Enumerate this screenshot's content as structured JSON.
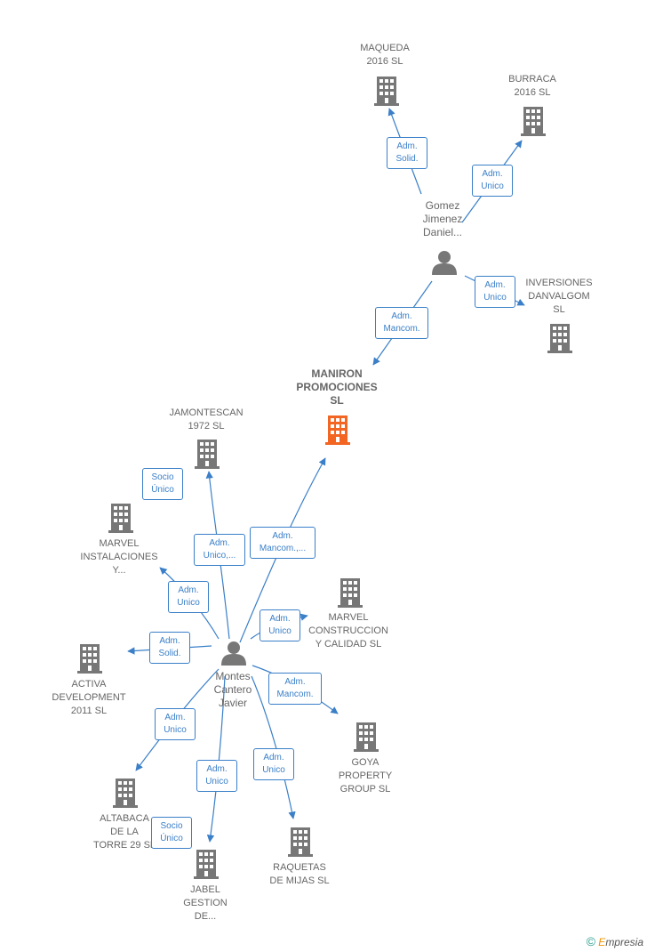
{
  "colors": {
    "edge": "#3a7fc8",
    "company": "#777777",
    "focus_company": "#f26522",
    "person": "#777777"
  },
  "nodes": {
    "maqueda": [
      "MAQUEDA",
      "2016  SL"
    ],
    "burraca": [
      "BURRACA",
      "2016  SL"
    ],
    "gomez": [
      "Gomez",
      "Jimenez",
      "Daniel..."
    ],
    "inversiones": [
      "INVERSIONES",
      "DANVALGOM",
      "SL"
    ],
    "maniron": [
      "MANIRON",
      "PROMOCIONES",
      "SL"
    ],
    "jamontescan": [
      "JAMONTESCAN",
      "1972  SL"
    ],
    "marvel_inst": [
      "MARVEL",
      "INSTALACIONES",
      "Y..."
    ],
    "marvel_const": [
      "MARVEL",
      "CONSTRUCCION",
      "Y CALIDAD  SL"
    ],
    "activa": [
      "ACTIVA",
      "DEVELOPMENT",
      "2011 SL"
    ],
    "montes": [
      "Montes",
      "Cantero",
      "Javier"
    ],
    "goya": [
      "GOYA",
      "PROPERTY",
      "GROUP  SL"
    ],
    "altabaca": [
      "ALTABACA",
      "DE LA",
      "TORRE 29  SL"
    ],
    "raquetas": [
      "RAQUETAS",
      "DE MIJAS SL"
    ],
    "jabel": [
      "JABEL",
      "GESTION",
      "DE..."
    ]
  },
  "relations": {
    "gomez_maqueda": [
      "Adm.",
      "Solid."
    ],
    "gomez_burraca": [
      "Adm.",
      "Unico"
    ],
    "gomez_inversiones": [
      "Adm.",
      "Unico"
    ],
    "gomez_maniron": [
      "Adm.",
      "Mancom."
    ],
    "montes_jamontescan": [
      "Socio",
      "Único"
    ],
    "montes_jamontescan2": [
      "Adm.",
      "Unico,..."
    ],
    "montes_maniron": [
      "Adm.",
      "Mancom.,..."
    ],
    "montes_marvel_inst": [
      "Adm.",
      "Unico"
    ],
    "montes_marvel_const": [
      "Adm.",
      "Unico"
    ],
    "montes_activa": [
      "Adm.",
      "Solid."
    ],
    "montes_goya": [
      "Adm.",
      "Mancom."
    ],
    "montes_altabaca": [
      "Adm.",
      "Unico"
    ],
    "montes_jabel": [
      "Adm.",
      "Unico"
    ],
    "montes_raquetas": [
      "Adm.",
      "Unico"
    ],
    "montes_altabaca2": [
      "Socio",
      "Único"
    ]
  },
  "footer": {
    "copyright": "©",
    "brand_first": "E",
    "brand_rest": "mpresia"
  }
}
